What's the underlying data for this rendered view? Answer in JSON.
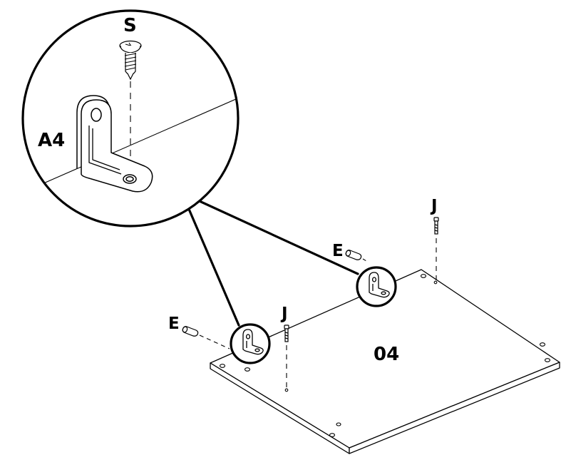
{
  "diagram": {
    "labels": {
      "screw": "S",
      "bracket": "A4",
      "dowel_left": "E",
      "dowel_right": "E",
      "pin_left": "J",
      "pin_right": "J",
      "panel": "04"
    },
    "line_color": "#000000",
    "background": "#ffffff"
  }
}
